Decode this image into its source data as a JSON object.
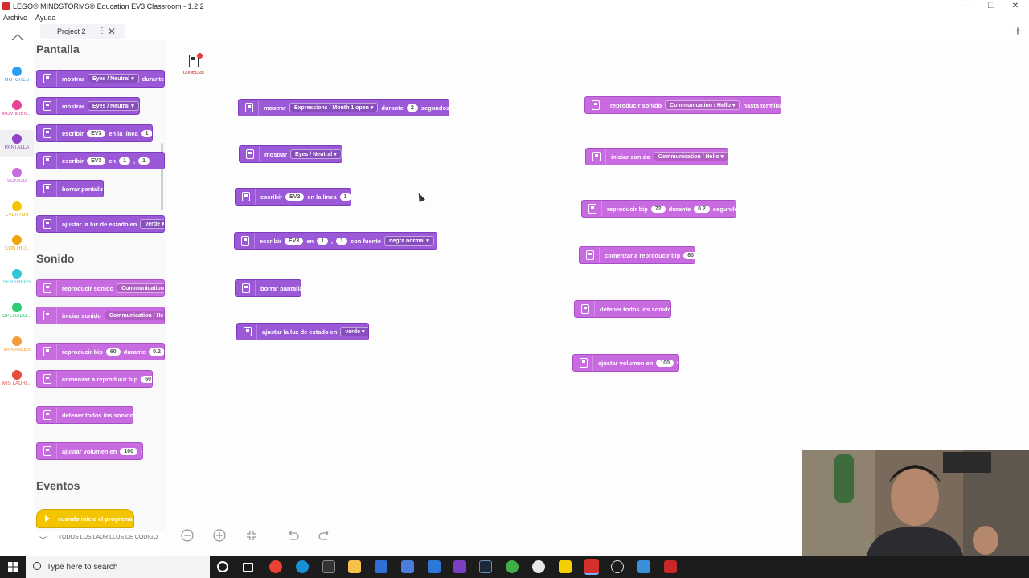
{
  "window": {
    "title": "LEGO® MINDSTORMS® Education EV3 Classroom - 1.2.2",
    "controls": [
      "—",
      "❐",
      "✕"
    ]
  },
  "menu": {
    "items": [
      "Archivo",
      "Ayuda"
    ]
  },
  "tab": {
    "label": "Project 2"
  },
  "categories": [
    {
      "label": "MOTORES",
      "color": "#2a9df4"
    },
    {
      "label": "MOVIMIEN...",
      "color": "#e84393"
    },
    {
      "label": "PANTALLA",
      "color": "#8e44c4"
    },
    {
      "label": "SONIDO",
      "color": "#c96be0"
    },
    {
      "label": "EVENTOS",
      "color": "#f3c400"
    },
    {
      "label": "CONTROL",
      "color": "#f0a30a"
    },
    {
      "label": "SENSORES",
      "color": "#32c5d2"
    },
    {
      "label": "OPERADO...",
      "color": "#2ecc71"
    },
    {
      "label": "VARIABLES",
      "color": "#f39c3d"
    },
    {
      "label": "MIS LADRI...",
      "color": "#e74c3c"
    }
  ],
  "palette": {
    "sections": [
      "Pantalla",
      "Sonido",
      "Eventos"
    ],
    "all_blocks_label": "TODOS LOS LADRILLOS DE CÓDIGO"
  },
  "common": {
    "mostrar": "mostrar",
    "durante": "durante",
    "segundos": "segundos",
    "escribir": "escribir",
    "en": "en",
    "en_la_linea": "en la línea",
    "con_fuente": "con fuente",
    "borrar": "borrar pantalla",
    "ajustar_luz": "ajustar la luz de estado en",
    "reproducir_sonido": "reproducir sonido",
    "hasta_terminar": "hasta terminar",
    "iniciar_sonido": "iniciar sonido",
    "reproducir_bip": "reproducir bip",
    "comenzar_bip": "comenzar a reproducir bip",
    "detener": "detener todos los sonidos",
    "ajustar_volumen": "ajustar volumen en",
    "percent": "%",
    "cuando_inicie": "cuando inicie el programa",
    "eyes_neutral": "Eyes / Neutral",
    "expr_mouth": "Expressions / Mouth 1 open",
    "comm_hello": "Communication / Hello",
    "ev3": "EV3",
    "negra_normal": "negra normal",
    "verde": "verde",
    "comma": ","
  },
  "values": {
    "one": "1",
    "two": "2",
    "sixty": "60",
    "seventy_two": "72",
    "point_two": "0.2",
    "hundred": "100"
  },
  "connect": {
    "label": "conectar"
  },
  "taskbar": {
    "search_placeholder": "Type here to search"
  }
}
